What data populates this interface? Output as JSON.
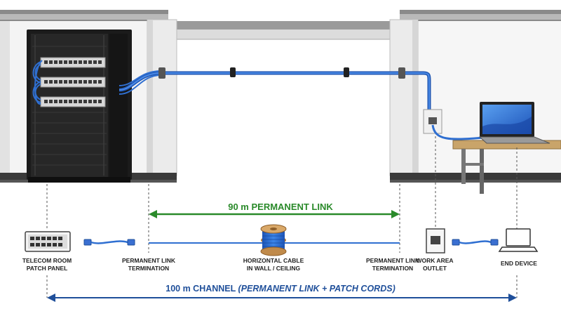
{
  "permanent_link": {
    "label": "90 m PERMANENT LINK"
  },
  "channel": {
    "label_main": "100 m CHANNEL",
    "label_detail": "(PERMANENT LINK + PATCH CORDS)"
  },
  "components": {
    "patch_panel": {
      "line1": "TELECOM ROOM",
      "line2": "PATCH PANEL"
    },
    "pl_termination_left": {
      "line1": "PERMANENT LINK",
      "line2": "TERMINATION"
    },
    "horizontal_cable": {
      "line1": "HORIZONTAL CABLE",
      "line2": "IN WALL / CEILING"
    },
    "pl_termination_right": {
      "line1": "PERMANENT LINK",
      "line2": "TERMINATION"
    },
    "work_area_outlet": {
      "line1": "WORK AREA",
      "line2": "OUTLET"
    },
    "end_device": {
      "line1": "END DEVICE"
    }
  },
  "colors": {
    "permanent_link": "#2a8a2a",
    "channel": "#1f4f9a",
    "cable": "#2f6fd1",
    "rack": "#1d1d1d",
    "wall": "#f2f2f2",
    "laptop_screen": "#2466c8"
  },
  "icons": [
    "server-rack-icon",
    "patch-panel-icon",
    "patch-cord-icon",
    "cable-spool-icon",
    "wall-outlet-icon",
    "laptop-icon",
    "desk-icon"
  ]
}
